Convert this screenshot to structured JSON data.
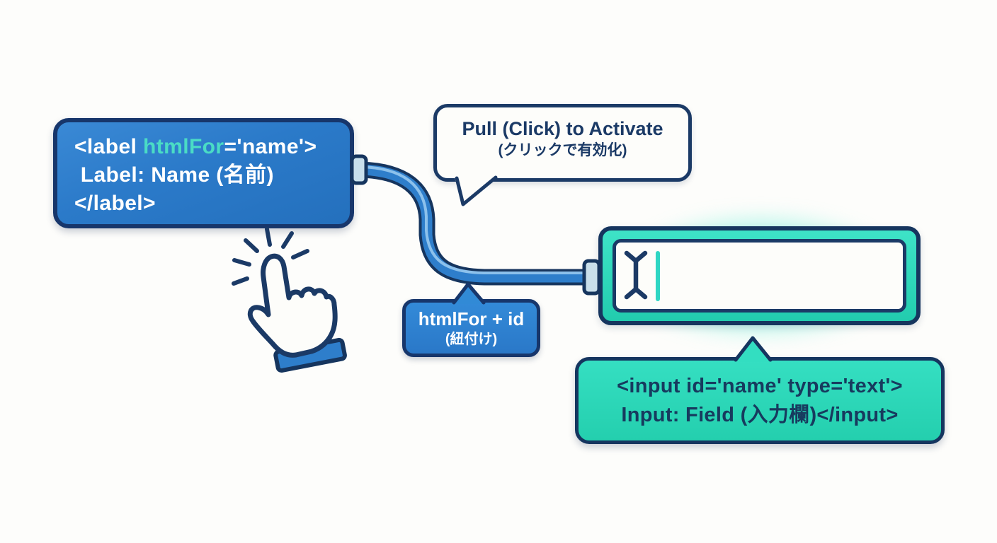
{
  "label_box": {
    "code_open": "<label ",
    "code_attr": "htmlFor",
    "code_attr_value": "='name'>",
    "code_line2": " Label: Name (名前)",
    "code_line3": "</label>"
  },
  "activate_bubble": {
    "title": "Pull (Click) to Activate",
    "subtitle": "(クリックで有効化)"
  },
  "link_badge": {
    "title": "htmlFor + id",
    "subtitle": "(紐付け)"
  },
  "input_bubble": {
    "code_line1": "<input id='name' type='text'>",
    "code_line2": "Input: Field (入力欄)</input>"
  },
  "input_field": {
    "value": ""
  },
  "icons": {
    "i_beam_cursor": "text-cursor-icon",
    "text_caret": "caret-line",
    "hand_pointer": "hand-click-icon",
    "cable": "connector-cable",
    "plugs": "connector-plug"
  },
  "colors": {
    "navy": "#1b3a66",
    "blue": "#2b7ccb",
    "teal": "#2bd8ba",
    "teal_accent_text": "#4adcc5",
    "glow": "#5ef0d6",
    "background": "#fdfdfb",
    "white": "#fdfdfa"
  }
}
